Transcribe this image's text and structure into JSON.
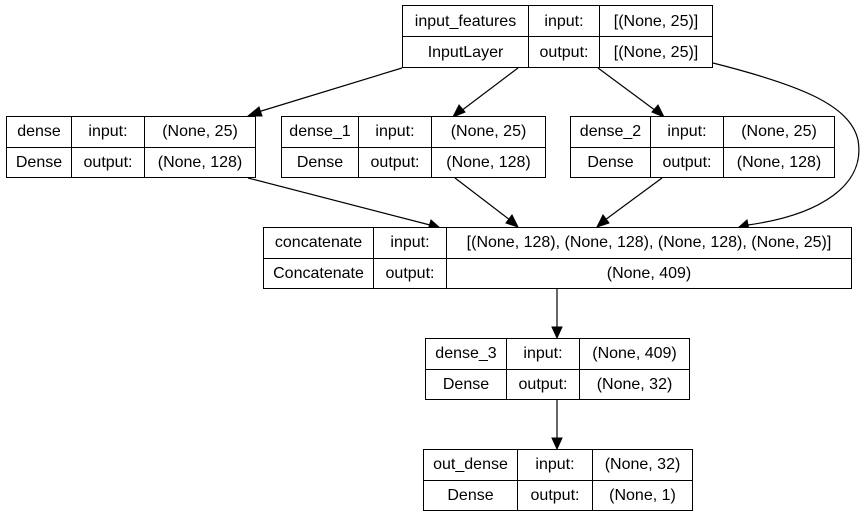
{
  "nodes": [
    {
      "id": "input_features",
      "name": "input_features",
      "type": "InputLayer",
      "input_label": "input:",
      "output_label": "output:",
      "input_shape": "[(None, 25)]",
      "output_shape": "[(None, 25)]"
    },
    {
      "id": "dense",
      "name": "dense",
      "type": "Dense",
      "input_label": "input:",
      "output_label": "output:",
      "input_shape": "(None, 25)",
      "output_shape": "(None, 128)"
    },
    {
      "id": "dense_1",
      "name": "dense_1",
      "type": "Dense",
      "input_label": "input:",
      "output_label": "output:",
      "input_shape": "(None, 25)",
      "output_shape": "(None, 128)"
    },
    {
      "id": "dense_2",
      "name": "dense_2",
      "type": "Dense",
      "input_label": "input:",
      "output_label": "output:",
      "input_shape": "(None, 25)",
      "output_shape": "(None, 128)"
    },
    {
      "id": "concatenate",
      "name": "concatenate",
      "type": "Concatenate",
      "input_label": "input:",
      "output_label": "output:",
      "input_shape": "[(None, 128), (None, 128), (None, 128), (None, 25)]",
      "output_shape": "(None, 409)"
    },
    {
      "id": "dense_3",
      "name": "dense_3",
      "type": "Dense",
      "input_label": "input:",
      "output_label": "output:",
      "input_shape": "(None, 409)",
      "output_shape": "(None, 32)"
    },
    {
      "id": "out_dense",
      "name": "out_dense",
      "type": "Dense",
      "input_label": "input:",
      "output_label": "output:",
      "input_shape": "(None, 32)",
      "output_shape": "(None, 1)"
    }
  ],
  "edges": [
    {
      "from": "input_features",
      "to": "dense"
    },
    {
      "from": "input_features",
      "to": "dense_1"
    },
    {
      "from": "input_features",
      "to": "dense_2"
    },
    {
      "from": "input_features",
      "to": "concatenate"
    },
    {
      "from": "dense",
      "to": "concatenate"
    },
    {
      "from": "dense_1",
      "to": "concatenate"
    },
    {
      "from": "dense_2",
      "to": "concatenate"
    },
    {
      "from": "concatenate",
      "to": "dense_3"
    },
    {
      "from": "dense_3",
      "to": "out_dense"
    }
  ]
}
